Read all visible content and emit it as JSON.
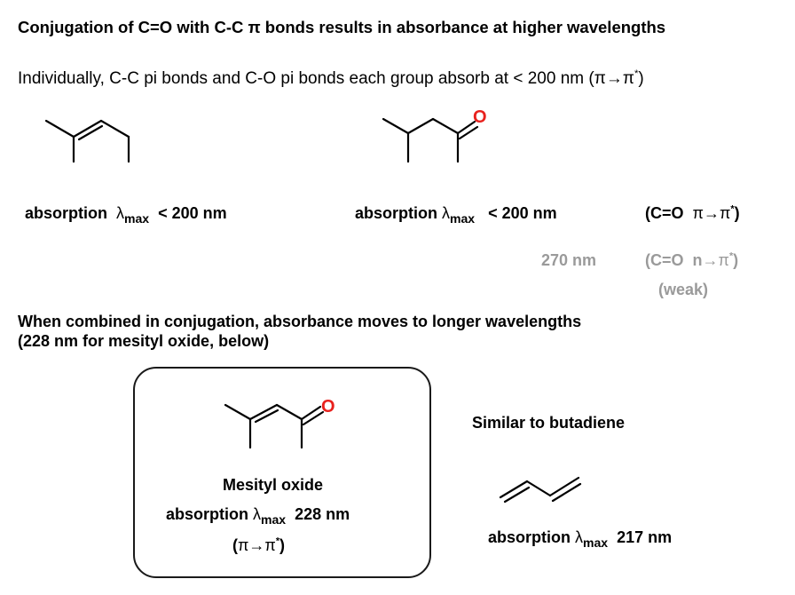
{
  "title": "Conjugation of C=O with C-C π bonds results in absorbance at higher wavelengths",
  "intro": {
    "text": "Individually, C-C pi bonds and C-O pi bonds each group absorb at < 200 nm (",
    "pi1": "π",
    "arrow": "→",
    "pi2": "π",
    "star": "*",
    "close": ")"
  },
  "alkene": {
    "absorption": "absorption",
    "lambda": "λ",
    "sub": "max",
    "value": "< 200 nm"
  },
  "ketone": {
    "atom": "O",
    "absorption": "absorption",
    "lambda": "λ",
    "sub": "max",
    "value": "< 200 nm",
    "transition1": {
      "open": "(C=O",
      "pi1": "π",
      "arrow": "→",
      "pi2": "π",
      "star": "*",
      "close": ")"
    },
    "value2": "270 nm",
    "transition2": {
      "open": "(C=O",
      "n": "n",
      "arrow": "→",
      "pi2": "π",
      "star": "*",
      "close": ")"
    },
    "note": "(weak)"
  },
  "combined": {
    "line1": "When combined in conjugation, absorbance moves to longer wavelengths",
    "line2": "(228 nm for mesityl oxide, below)"
  },
  "mesityl": {
    "atom": "O",
    "name": "Mesityl oxide",
    "absorption": "absorption",
    "lambda": "λ",
    "sub": "max",
    "value": "228 nm",
    "transition": {
      "open": "(",
      "pi1": "π",
      "arrow": "→",
      "pi2": "π",
      "star": "*",
      "close": ")"
    }
  },
  "butadiene": {
    "caption": "Similar to butadiene",
    "absorption": "absorption",
    "lambda": "λ",
    "sub": "max",
    "value": "217 nm"
  }
}
